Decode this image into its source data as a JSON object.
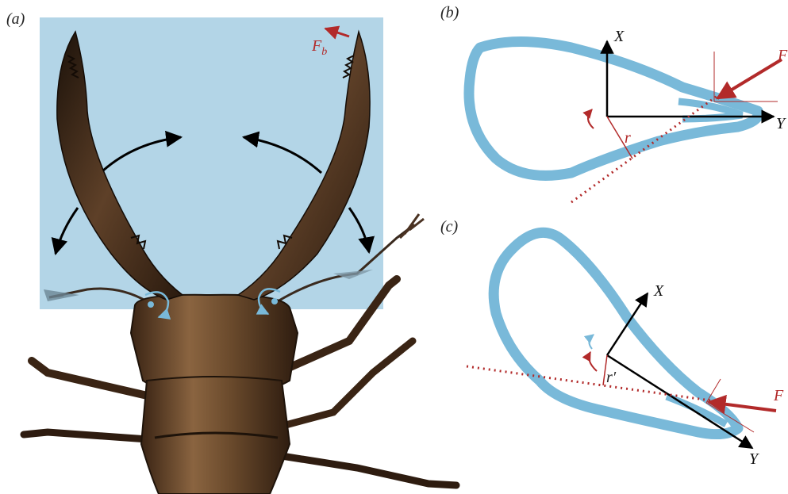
{
  "colors": {
    "panel_bg": "#b3d5e7",
    "outline": "#79b9d9",
    "force": "#b22a2a",
    "axis": "#000000",
    "beetle_dark": "#2a1c12",
    "beetle_mid": "#5a3a22",
    "beetle_light": "#8c6a4a"
  },
  "panel_a": {
    "label": "(a)",
    "force_label": "F",
    "force_sub": "b"
  },
  "panel_b": {
    "label": "(b)",
    "axis_x": "X",
    "axis_y": "Y",
    "force_label": "F",
    "radius_label": "r"
  },
  "panel_c": {
    "label": "(c)",
    "axis_x": "X",
    "axis_y": "Y",
    "force_label": "F",
    "radius_label": "r′"
  },
  "icons": [
    "curved-arrow-icon",
    "rotation-arrow-icon",
    "pivot-dot-icon"
  ]
}
